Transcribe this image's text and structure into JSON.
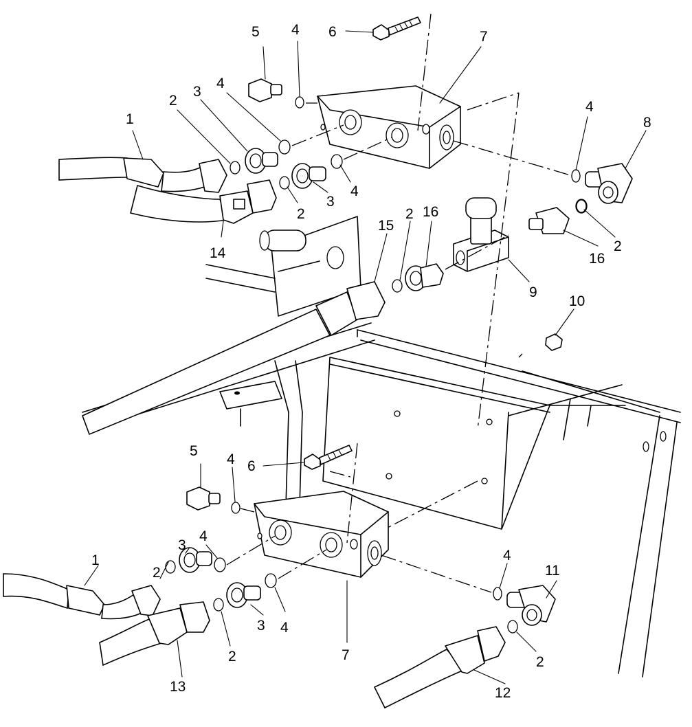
{
  "labels": {
    "top_1": "1",
    "top_2a": "2",
    "top_3a": "3",
    "top_4a": "4",
    "top_5": "5",
    "top_4b": "4",
    "top_6": "6",
    "top_7": "7",
    "top_4c": "4",
    "top_8": "8",
    "top_2b": "2",
    "top_3b": "3",
    "top_4d": "4",
    "top_14": "14",
    "top_15": "15",
    "top_2c": "2",
    "top_16a": "16",
    "top_16b": "16",
    "top_2d": "2",
    "top_9": "9",
    "top_10": "10",
    "bot_5": "5",
    "bot_4a": "4",
    "bot_6": "6",
    "bot_4b": "4",
    "bot_1": "1",
    "bot_2a": "2",
    "bot_3a": "3",
    "bot_2b": "2",
    "bot_3b": "3",
    "bot_4c": "4",
    "bot_7": "7",
    "bot_4d": "4",
    "bot_11": "11",
    "bot_2c": "2",
    "bot_13": "13",
    "bot_12": "12"
  }
}
